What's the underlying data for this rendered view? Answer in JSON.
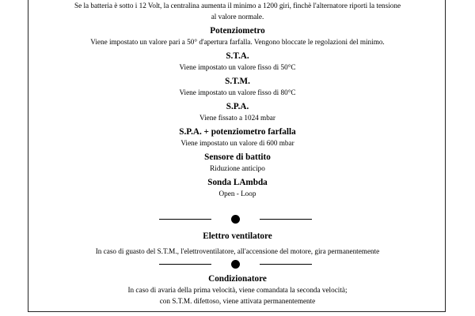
{
  "intro": {
    "line1": "Se la batteria è sotto i 12 Volt, la centralina aumenta il minimo a 1200 giri, finchè l'alternatore riporti la tensione",
    "line2": "al valore normale."
  },
  "sections": [
    {
      "title": "Potenziometro",
      "text": "Viene impostato un valore pari a 50° d'apertura farfalla. Vengono bloccate le regolazioni del minimo."
    },
    {
      "title": "S.T.A.",
      "text": "Viene impostato un valore fisso di 50°C"
    },
    {
      "title": "S.T.M.",
      "text": "Viene impostato un valore fisso di 80°C"
    },
    {
      "title": "S.P.A.",
      "text": "Viene fissato a 1024 mbar"
    },
    {
      "title": "S.P.A. + potenziometro farfalla",
      "text": "Viene impostato un valore di 600 mbar"
    },
    {
      "title": "Sensore di battito",
      "text": "Riduzione anticipo"
    },
    {
      "title": "Sonda LAmbda",
      "text": "Open - Loop"
    }
  ],
  "fan": {
    "title": "Elettro ventilatore",
    "text": "In caso di guasto del S.T.M., l'elettroventilatore, all'accensione del motore, gira permanentemente"
  },
  "ac": {
    "title": "Condizionatore",
    "line1": "In caso di avaria della prima velocità, viene comandata la seconda velocità;",
    "line2": "con S.T.M. difettoso, viene attivata permanentemente"
  }
}
